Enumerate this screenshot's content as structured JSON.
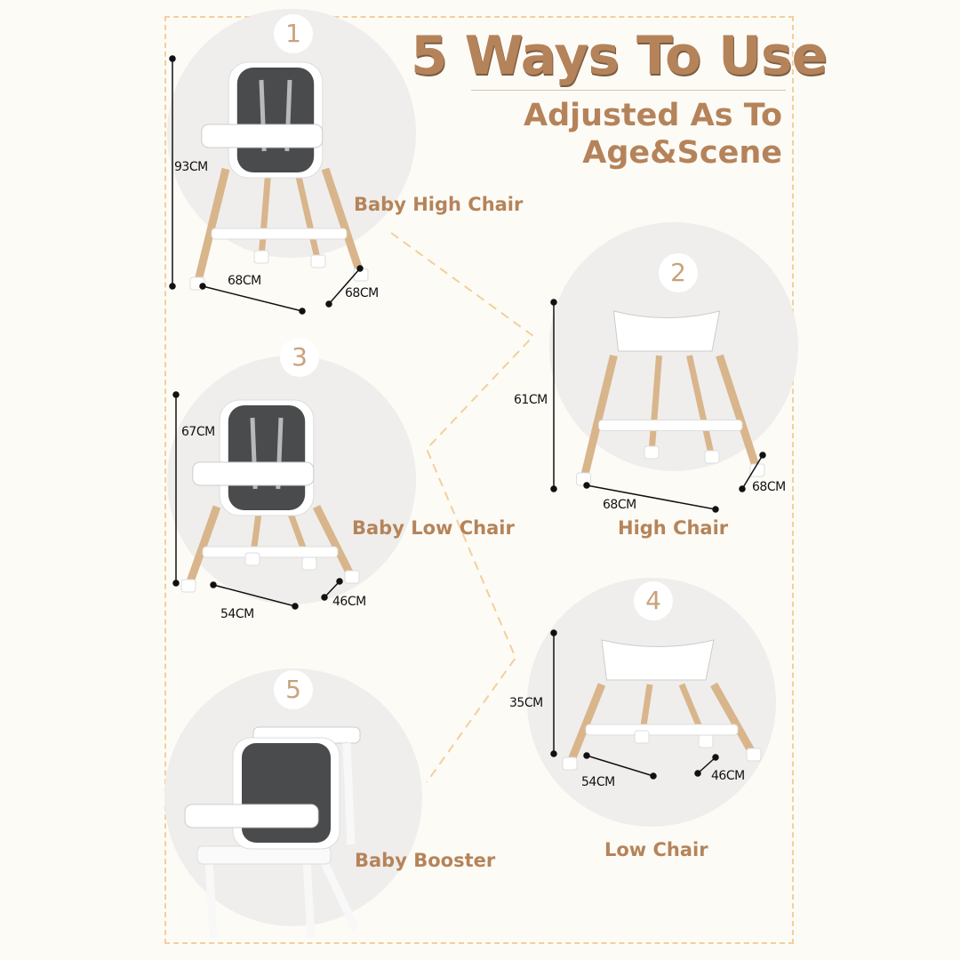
{
  "header": {
    "title": "5 Ways To Use",
    "subtitle_line1": "Adjusted As To",
    "subtitle_line2": "Age&Scene"
  },
  "colors": {
    "accent": "#b5835a",
    "border": "#f3cf9c",
    "circle": "#efeeec"
  },
  "modes": [
    {
      "number": "1",
      "label": "Baby High Chair",
      "height": "93CM",
      "width": "68CM",
      "depth": "68CM"
    },
    {
      "number": "2",
      "label": "High Chair",
      "height": "61CM",
      "width": "68CM",
      "depth": "68CM"
    },
    {
      "number": "3",
      "label": "Baby Low Chair",
      "height": "67CM",
      "width": "54CM",
      "depth": "46CM"
    },
    {
      "number": "4",
      "label": "Low Chair",
      "height": "35CM",
      "width": "54CM",
      "depth": "46CM"
    },
    {
      "number": "5",
      "label": "Baby Booster"
    }
  ]
}
